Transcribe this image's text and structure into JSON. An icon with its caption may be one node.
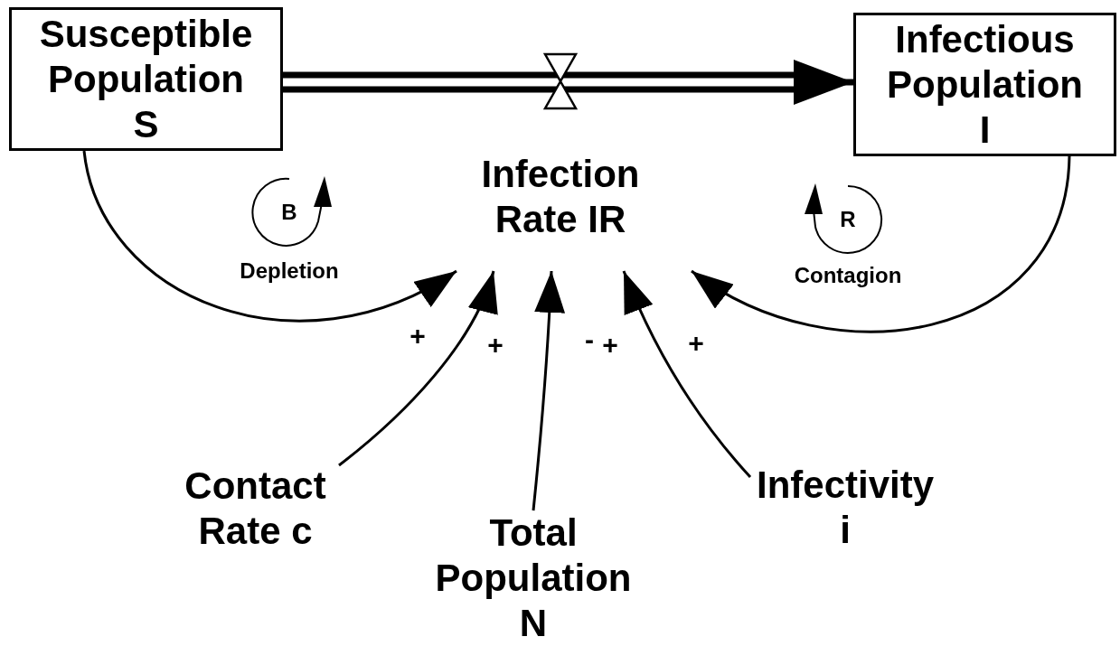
{
  "diagram": {
    "nodes": [
      {
        "text": [
          "Susceptible Population S"
        ]
      },
      {
        "text": [
          "Infectious Population I"
        ]
      },
      {
        "text": [
          "Infection Rate IR"
        ]
      },
      {
        "text": [
          "Contact Rate c"
        ]
      },
      {
        "text": [
          "Total Population N"
        ]
      },
      {
        "text": [
          "Infectivity i"
        ]
      }
    ],
    "edges": [
      {
        "from": 0,
        "to": 1,
        "arrow": "to",
        "style": "thick"
      },
      {
        "from": 0,
        "to": 2,
        "arrow": "to",
        "label": "+"
      },
      {
        "from": 3,
        "to": 2,
        "arrow": "to",
        "label": "+"
      },
      {
        "from": 4,
        "to": 2,
        "arrow": "to",
        "label": "-"
      },
      {
        "from": 5,
        "to": 2,
        "arrow": "to",
        "label": "+"
      },
      {
        "from": 1,
        "to": 2,
        "arrow": "to",
        "label": "+"
      }
    ],
    "labels": [
      "B",
      "Depletion",
      "R",
      "Contagion"
    ]
  }
}
